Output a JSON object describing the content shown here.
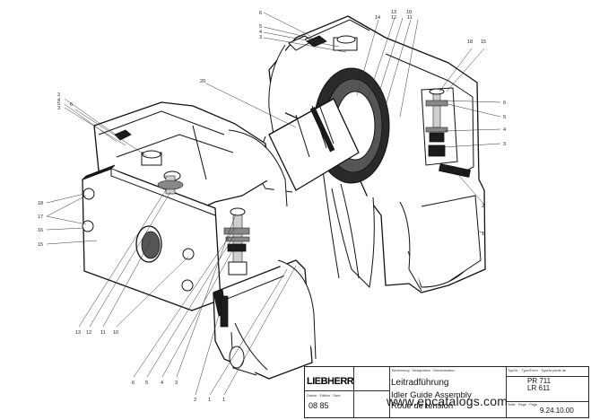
{
  "callouts": {
    "t6": "6",
    "t5": "5",
    "t4": "4",
    "t3": "3",
    "t14": "14",
    "t13": "13",
    "t12": "12",
    "t10": "10",
    "t11": "11",
    "t18": "18",
    "t15": "15",
    "r6": "6",
    "r5": "5",
    "r4": "4",
    "r3": "3",
    "r2": "2",
    "r1": "1",
    "l3a": "3",
    "l4": "4",
    "l5": "5",
    "l3b": "3",
    "l6": "6",
    "c20": "20",
    "s18": "18",
    "s17": "17",
    "s16": "16",
    "s15": "15",
    "b13": "13",
    "b12": "12",
    "b11": "11",
    "b10": "10",
    "b6": "6",
    "b5": "5",
    "b4": "4",
    "b3": "3",
    "b2": "2",
    "b1a": "1",
    "b1b": "1"
  },
  "title_block": {
    "brand": "LIEBHERR",
    "header_small": "Benennung · Designation · Dénomination",
    "title_de": "Leitradführung",
    "title_en": "Idler Guide Assembly",
    "title_fr": "Roue de tension",
    "date_header": "Datum · Edition · Date",
    "date": "08 85",
    "type_header": "Typ/Gr. · Type/Form · Type/la partie de",
    "models": "PR 711\nLR 611",
    "ref": "9.24.10.00",
    "sheet_header": "Seite · Page · Page"
  },
  "watermark": "www.epcatalogs.com"
}
